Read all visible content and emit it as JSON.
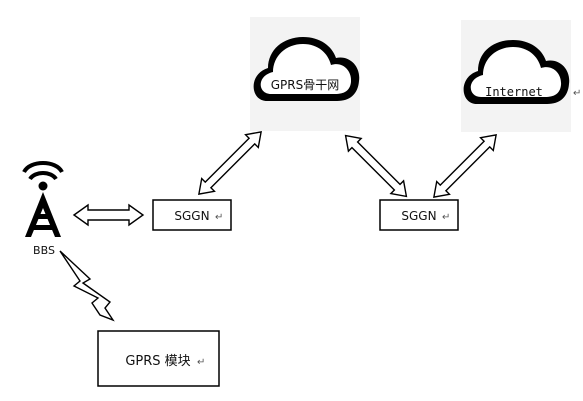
{
  "nodes": {
    "bbs": {
      "label": "BBS",
      "icon": "cell-tower-icon"
    },
    "gprs_module": {
      "label": "GPRS 模块",
      "mark": "↵"
    },
    "sggn_left": {
      "label": "SGGN",
      "mark": "↵"
    },
    "sggn_right": {
      "label": "SGGN",
      "mark": "↵"
    },
    "gprs_backbone": {
      "label": "GPRS骨干网",
      "icon": "cloud-icon"
    },
    "internet": {
      "label": "Internet",
      "icon": "cloud-icon",
      "mark": "↵"
    }
  },
  "edges": [
    {
      "id": "bbs-sggn-left",
      "from": "bbs",
      "to": "sggn_left",
      "style": "double-arrow"
    },
    {
      "id": "sggn-left-gprs-backbone",
      "from": "sggn_left",
      "to": "gprs_backbone",
      "style": "double-arrow"
    },
    {
      "id": "gprs-backbone-sggn-right",
      "from": "gprs_backbone",
      "to": "sggn_right",
      "style": "double-arrow"
    },
    {
      "id": "sggn-right-internet",
      "from": "sggn_right",
      "to": "internet",
      "style": "double-arrow"
    },
    {
      "id": "gprs-module-bbs",
      "from": "gprs_module",
      "to": "bbs",
      "style": "lightning"
    }
  ],
  "colors": {
    "stroke": "#000000",
    "fill": "#ffffff",
    "cloud_panel": "#f3f3f3",
    "text": "#111111"
  }
}
